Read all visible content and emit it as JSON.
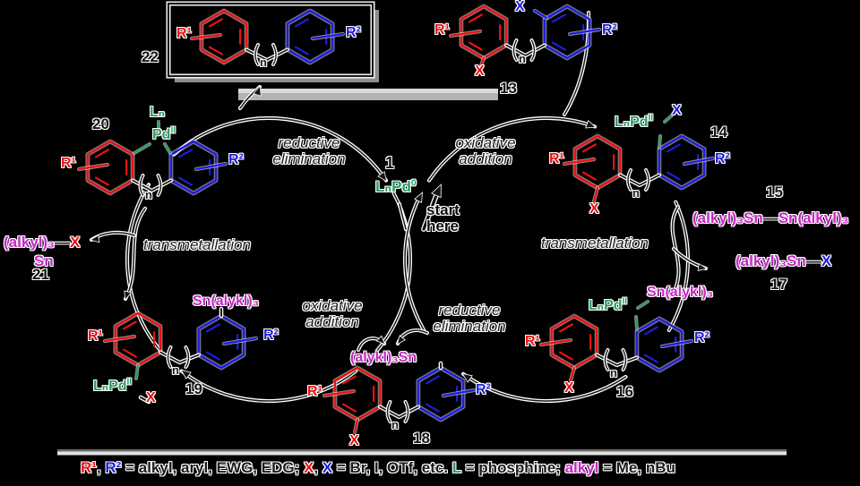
{
  "product_box": {
    "number": "22",
    "r1": "R¹",
    "r2": "R²"
  },
  "substrate_13": {
    "number": "13",
    "r1": "R¹",
    "r2": "R²",
    "x_top": "X",
    "x_bottom": "X"
  },
  "center": {
    "number": "1",
    "pd": "LₙPd",
    "pd_sup": "0",
    "start_here": "start\nhere"
  },
  "step_labels": {
    "top_left": "reductive\nelimination",
    "top_right": "oxidative\naddition",
    "mid_left": "transmetallation",
    "mid_right": "transmetallation",
    "bottom_left": "oxidative\naddition",
    "bottom_right": "reductive\nelimination"
  },
  "complex_20": {
    "number": "20",
    "ln": "Lₙ",
    "pd": "Pd",
    "pd_sup": "II",
    "r1": "R¹",
    "r2": "R²"
  },
  "stannane_21": {
    "number": "21",
    "alkyl": "(alkyl)₃",
    "dash": "—",
    "x": "X",
    "sn": "Sn"
  },
  "complex_19": {
    "number": "19",
    "sn": "Sn(alykl)₃",
    "pd": "LₙPd",
    "pd_sup": "II",
    "x": "X",
    "r1": "R¹",
    "r2": "R²"
  },
  "stannane_18": {
    "number": "18",
    "sn": "(alykl)₃Sn",
    "r1": "R¹",
    "r2": "R²",
    "x": "X"
  },
  "complex_14": {
    "number": "14",
    "pd": "LₙPd",
    "pd_sup": "II",
    "x_pd": "X",
    "r1": "R¹",
    "r2": "R²",
    "x": "X"
  },
  "distannane_15": {
    "number": "15",
    "left": "(alkyl)₃Sn",
    "dash": "—",
    "right": "Sn(alkyl)₃"
  },
  "stannane_17": {
    "number": "17",
    "sn": "(alkyl)₃Sn",
    "dash": "—",
    "x": "X"
  },
  "complex_16": {
    "number": "16",
    "sn": "Sn(alykl)₃",
    "pd": "LₙPd",
    "pd_sup": "II",
    "r1": "R¹",
    "r2": "R²",
    "x": "X"
  },
  "linker": {
    "n": "n"
  },
  "legend": {
    "r1": "R¹",
    "comma1": ", ",
    "r2": "R²",
    "def1": " = alkyl, aryl, EWG, EDG; ",
    "x1": "X",
    "comma2": ", ",
    "x2": "X",
    "def2": " = Br, I, OTf, etc. ",
    "l": "L",
    "def3": " = phosphine; ",
    "alkyl": "alkyl",
    "def4": " = Me, nBu"
  },
  "colors": {
    "red": "#ee1111",
    "blue": "#1e1ee0",
    "green": "#2d9b63",
    "magenta": "#c428c4"
  }
}
